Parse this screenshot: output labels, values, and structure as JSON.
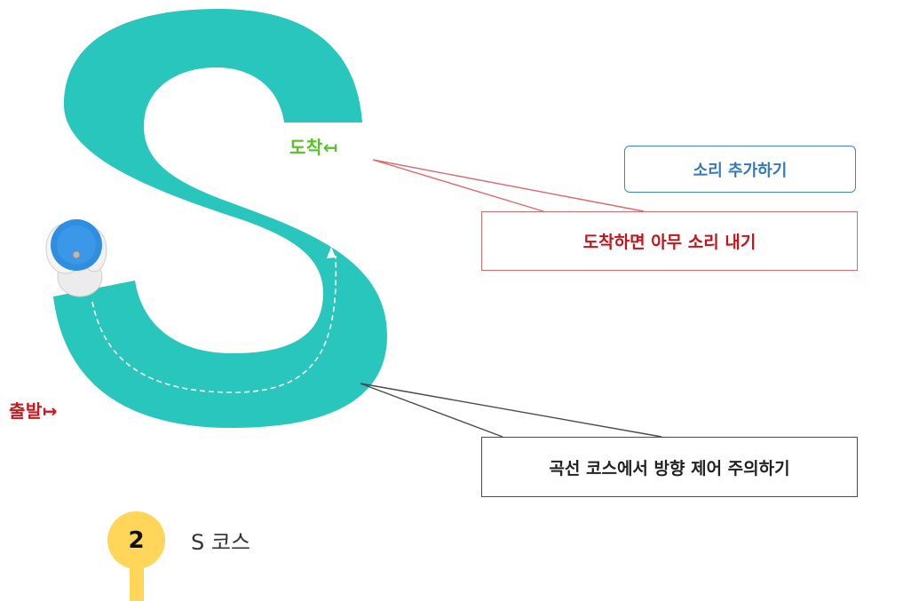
{
  "course": {
    "arrive_label": "도착↤",
    "start_label": "출발↦",
    "track_color": "#29c6bd",
    "arrive_color": "#5bbf2c",
    "start_color": "#c8191e"
  },
  "add_sound_button": {
    "label": "소리 추가하기",
    "text_color": "#3478bd",
    "border_color": "#3d86c6"
  },
  "callouts": [
    {
      "text": "도착하면 아무 소리 내기",
      "text_color": "#c3151b",
      "border_color": "#dc6a6d"
    },
    {
      "text": "곡선 코스에서 방향 제어 주의하기",
      "text_color": "#222222",
      "border_color": "#4a4a4a"
    }
  ],
  "step": {
    "number": "2",
    "title": "S 코스",
    "badge_color": "#ffd65a"
  },
  "robot": {
    "icon": "robot-top-view-icon",
    "body_color": "#f2f2f2",
    "top_color": "#2f8ee0"
  }
}
